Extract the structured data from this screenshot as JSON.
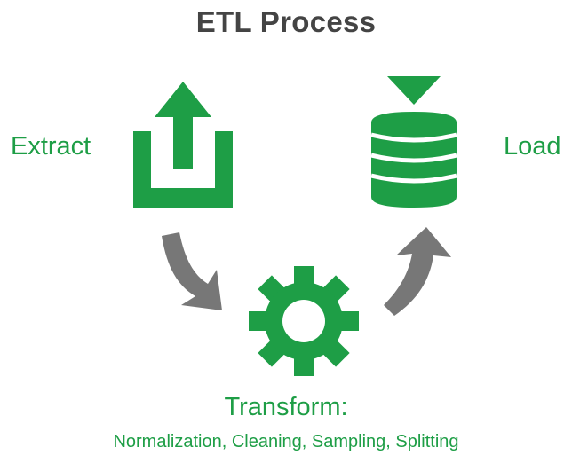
{
  "title": "ETL Process",
  "steps": {
    "extract": {
      "label": "Extract",
      "icon": "upload-icon"
    },
    "transform": {
      "label": "Transform:",
      "details": "Normalization, Cleaning, Sampling, Splitting",
      "icon": "gear-icon"
    },
    "load": {
      "label": "Load",
      "icon": "database-icon"
    }
  },
  "flow_arrows": [
    "curved-arrow-down-right-icon",
    "curved-arrow-up-right-icon"
  ],
  "colors": {
    "accent_green": "#1E9E46",
    "arrow_gray": "#777777",
    "title_gray": "#444444",
    "background": "#FFFFFF"
  }
}
